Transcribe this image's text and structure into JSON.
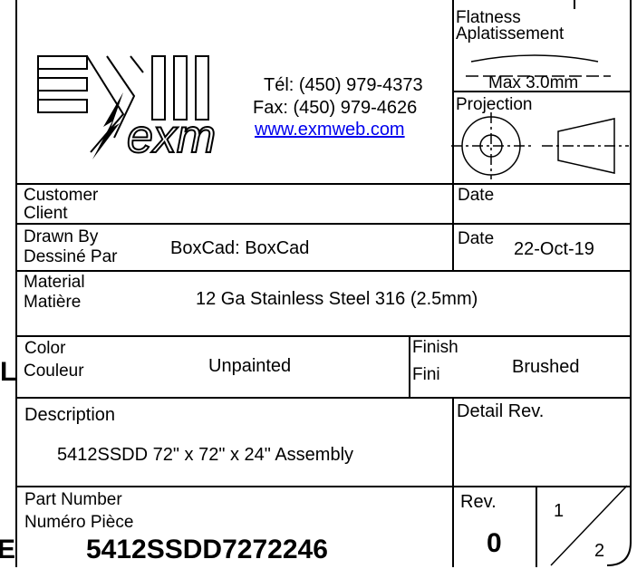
{
  "company": {
    "phone": "Tél: (450) 979-4373",
    "fax": "Fax: (450) 979-4626",
    "website": "www.exmweb.com",
    "logo_text": "exm"
  },
  "flatness": {
    "label_en": "Flatness",
    "label_fr": "Aplatissement",
    "max": "Max 3.0mm"
  },
  "projection": {
    "label": "Projection"
  },
  "customer": {
    "label_en": "Customer",
    "label_fr": "Client",
    "value": ""
  },
  "date_top": {
    "label": "Date",
    "value": ""
  },
  "drawn_by": {
    "label_en": "Drawn By",
    "label_fr": "Dessiné Par",
    "value": "BoxCad: BoxCad"
  },
  "date_drawn": {
    "label": "Date",
    "value": "22-Oct-19"
  },
  "material": {
    "label_en": "Material",
    "label_fr": "Matière",
    "value": "12 Ga Stainless Steel 316 (2.5mm)"
  },
  "color": {
    "label_en": "Color",
    "label_fr": "Couleur",
    "value": "Unpainted"
  },
  "finish": {
    "label_en": "Finish",
    "label_fr": "Fini",
    "value": "Brushed"
  },
  "description": {
    "label": "Description",
    "value": "5412SSDD 72\" x 72\" x 24\" Assembly"
  },
  "detail_rev": {
    "label": "Detail Rev."
  },
  "part_number": {
    "label_en": "Part Number",
    "label_fr": "Numéro Pièce",
    "value": "5412SSDD7272246"
  },
  "rev": {
    "label": "Rev.",
    "value": "0"
  },
  "sheet": {
    "current": "1",
    "total": "2"
  },
  "edge_marks": {
    "left_top": "L",
    "left_bottom": "E"
  }
}
